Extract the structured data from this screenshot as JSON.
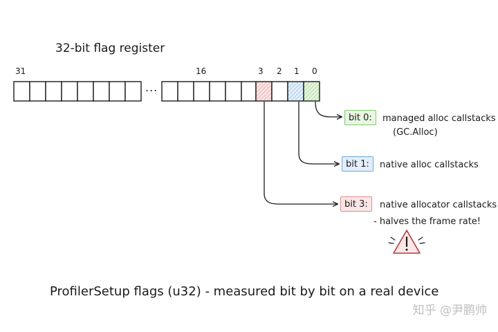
{
  "title": "32-bit flag register",
  "bit_labels": {
    "b31": "31",
    "b16": "16",
    "b3": "3",
    "b2": "2",
    "b1": "1",
    "b0": "0"
  },
  "ellipsis": "...",
  "callouts": [
    {
      "tag": "bit 0:",
      "description": "managed alloc callstacks",
      "description_line2": "(GC.Alloc)",
      "color": "#7cc96a",
      "fill": "#e9f6e3"
    },
    {
      "tag": "bit 1:",
      "description": "native alloc callstacks",
      "color": "#6aa7dc",
      "fill": "#e3eefa"
    },
    {
      "tag": "bit 3:",
      "description": "native allocator callstacks",
      "description_line2": "- halves the frame rate!",
      "color": "#e08a8a",
      "fill": "#fbe6e6"
    }
  ],
  "warning_icon": "warning-triangle-icon",
  "caption": "ProfilerSetup flags (u32) - measured bit by bit on a real device",
  "watermark": "知乎 @尹鹏帅"
}
